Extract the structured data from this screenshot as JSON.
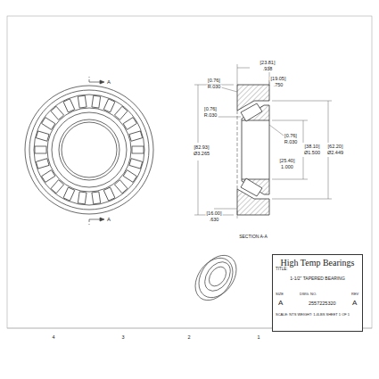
{
  "diagram": {
    "nodes": [
      {
        "text": [
          "High Temp Bearings",
          "TITLE:",
          "1-1/2\" TAPERED BEARING",
          "SIZE",
          "DWG. NO.",
          "REV",
          "A",
          "2557225320",
          "A",
          "SCALE: NTS WEIGHT: 1.4LBS SHEET 1 OF 1"
        ]
      }
    ],
    "labels": [
      "[23.81]",
      ".938",
      "[19.05]",
      ".750",
      "[0.76]",
      "R.030",
      "[0.76]",
      "R.030",
      "[0.76]",
      "R.030",
      "[82.93]",
      "Ø3.265",
      "[38.10]",
      "Ø1.500",
      "[62.20]",
      "Ø2.449",
      "[25.40]",
      "1.000",
      "[16.00]",
      ".630",
      "SECTION A-A",
      "A",
      "A",
      "4",
      "3",
      "2",
      "1"
    ]
  }
}
